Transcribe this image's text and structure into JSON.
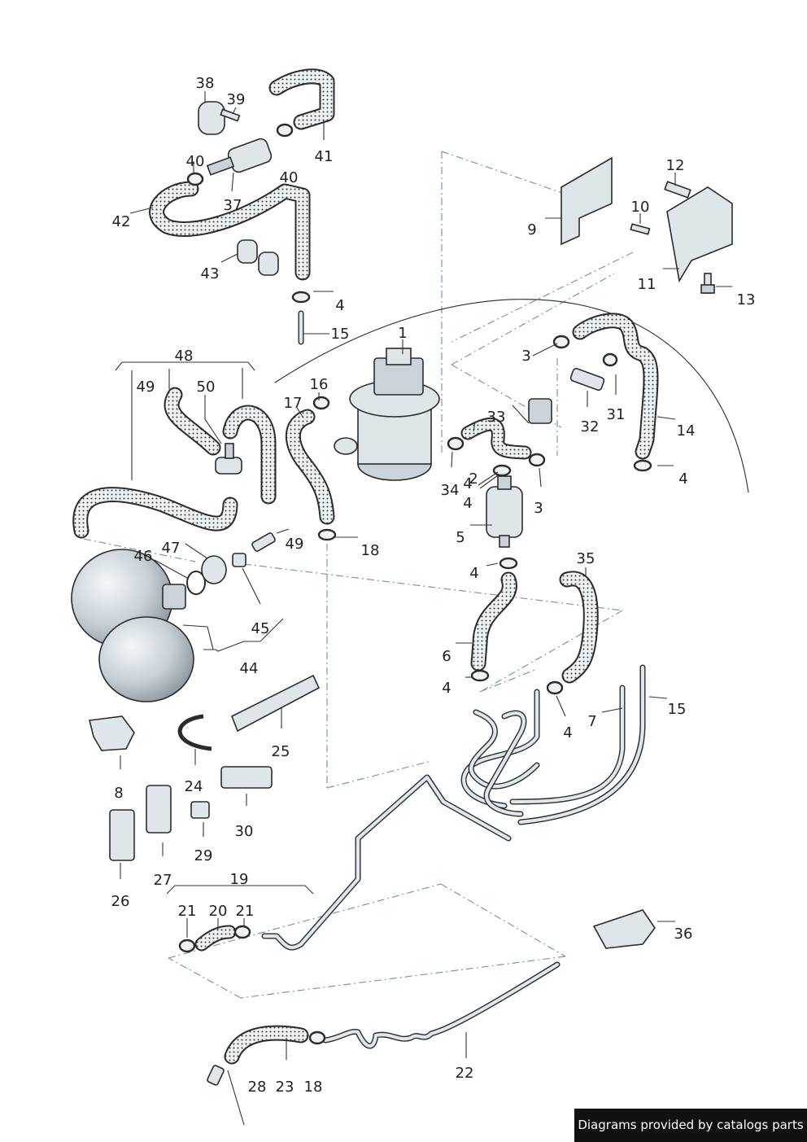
{
  "callouts": [
    "1",
    "2",
    "3",
    "3",
    "3",
    "4",
    "4",
    "4",
    "4",
    "4",
    "4",
    "4",
    "4",
    "5",
    "6",
    "7",
    "8",
    "9",
    "10",
    "11",
    "12",
    "13",
    "14",
    "15",
    "15",
    "16",
    "17",
    "18",
    "18",
    "19",
    "20",
    "21",
    "21",
    "22",
    "23",
    "24",
    "25",
    "26",
    "27",
    "28",
    "29",
    "30",
    "31",
    "32",
    "33",
    "34",
    "35",
    "36",
    "37",
    "38",
    "39",
    "40",
    "40",
    "41",
    "42",
    "43",
    "44",
    "45",
    "46",
    "47",
    "48",
    "49",
    "49",
    "50"
  ],
  "footer": {
    "credit": "Diagrams provided by catalogs parts"
  }
}
